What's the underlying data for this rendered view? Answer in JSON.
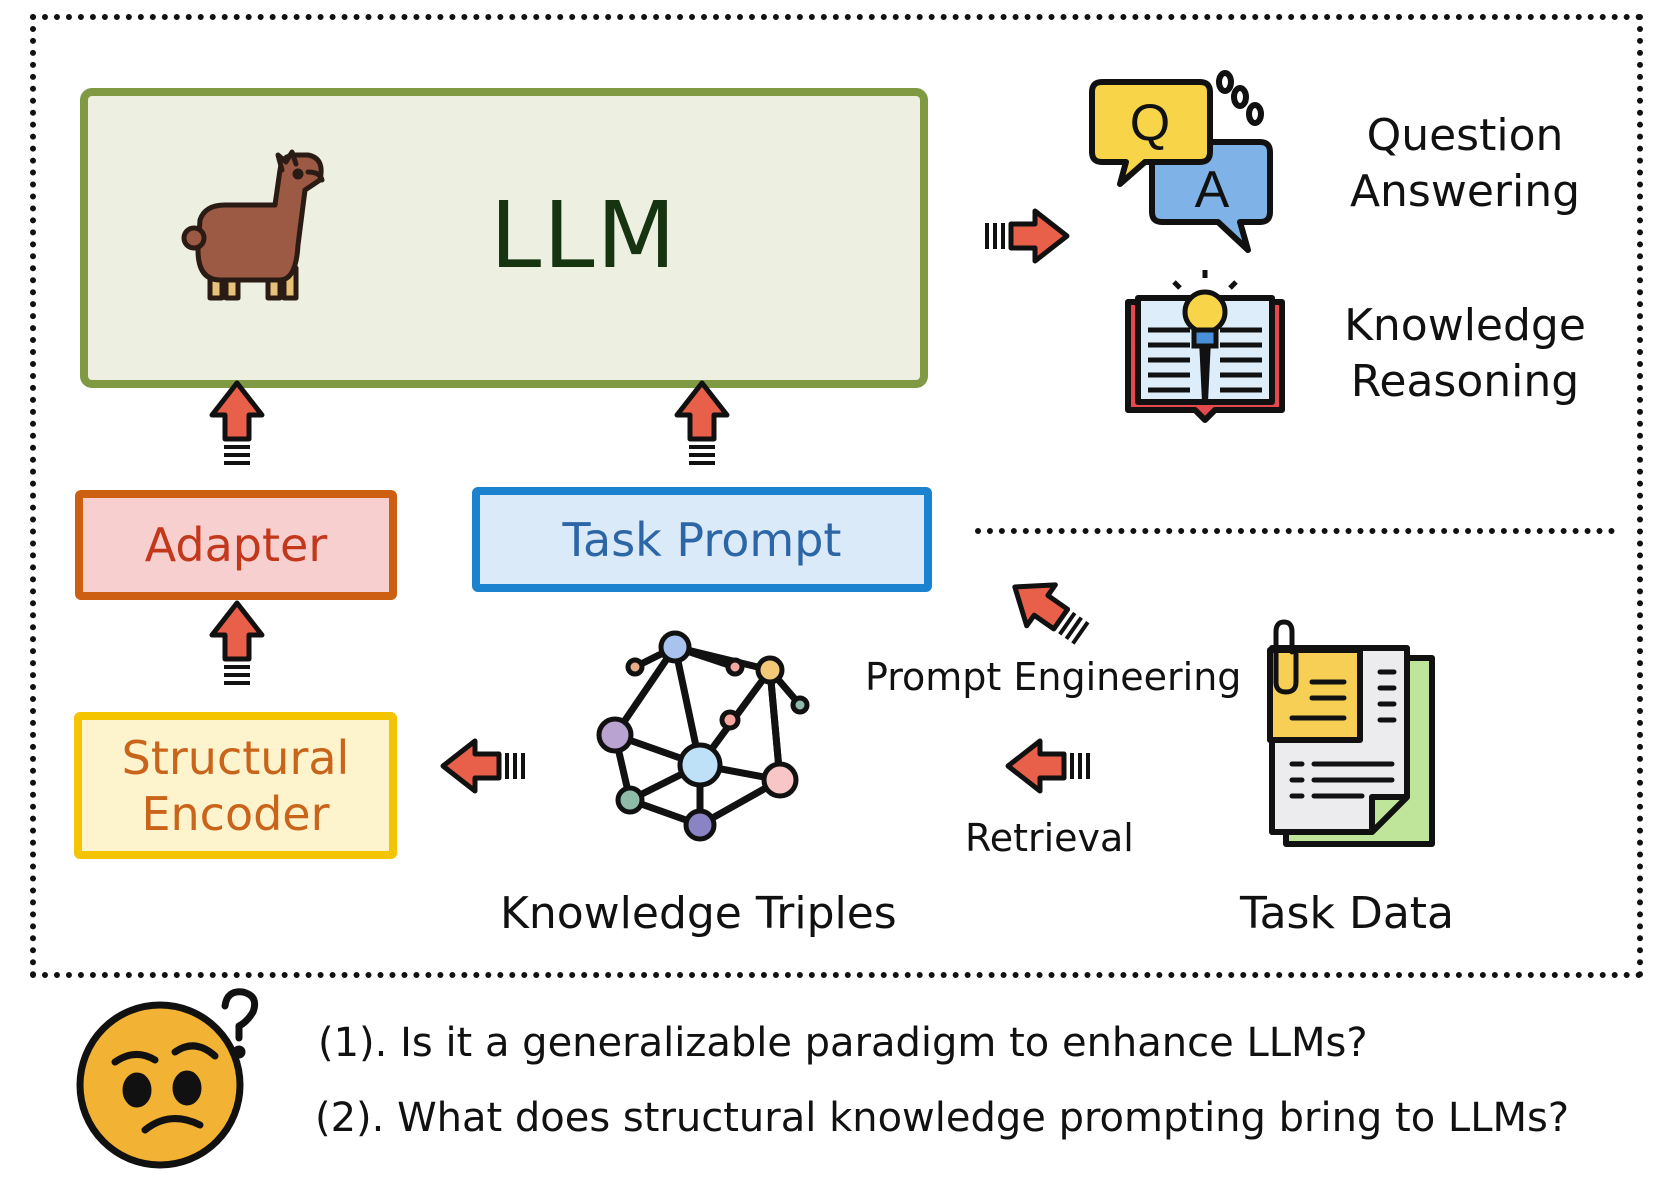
{
  "llm": {
    "label": "LLM"
  },
  "adapter": {
    "label": "Adapter"
  },
  "task_prompt": {
    "label": "Task Prompt"
  },
  "structural_encoder": {
    "line1": "Structural",
    "line2": "Encoder"
  },
  "outputs": {
    "qa": {
      "line1": "Question",
      "line2": "Answering",
      "bubble_q": "Q",
      "bubble_a": "A"
    },
    "kr": {
      "line1": "Knowledge",
      "line2": "Reasoning"
    }
  },
  "labels": {
    "prompt_engineering": "Prompt Engineering",
    "retrieval": "Retrieval",
    "knowledge_triples": "Knowledge Triples",
    "task_data": "Task Data"
  },
  "questions": {
    "q1": "(1). Is it a generalizable paradigm to enhance LLMs?",
    "q2": "(2). What does structural knowledge prompting bring to LLMs?"
  },
  "icons": [
    "llama-icon",
    "qa-bubbles-icon",
    "book-lightbulb-icon",
    "knowledge-graph-icon",
    "documents-icon",
    "confused-face-icon",
    "arrow-icon"
  ],
  "colors": {
    "llm_fill": "#edf0e0",
    "llm_border": "#7f9a43",
    "adapter_fill": "#f7cfcf",
    "adapter_border": "#cc5f12",
    "prompt_fill": "#dbeaf8",
    "prompt_border": "#1b82cf",
    "encoder_fill": "#fdf3cc",
    "encoder_border": "#f5c400",
    "arrow": "#e8604a"
  }
}
